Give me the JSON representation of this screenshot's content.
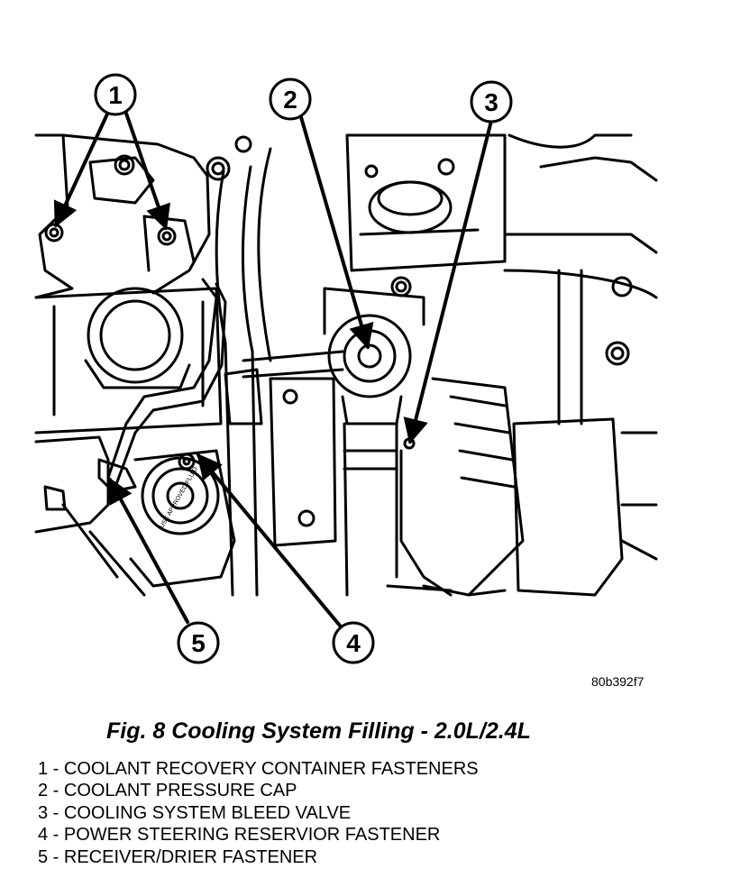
{
  "figure": {
    "image_code": "80b392f7",
    "title": "Fig. 8 Cooling System Filling - 2.0L/2.4L",
    "callouts": [
      "1",
      "2",
      "3",
      "4",
      "5"
    ]
  },
  "legend": [
    "1 - COOLANT RECOVERY CONTAINER FASTENERS",
    "2 - COOLANT PRESSURE CAP",
    "3 - COOLING SYSTEM BLEED VALVE",
    "4 - POWER STEERING RESERVIOR FASTENER",
    "5 - RECEIVER/DRIER FASTENER"
  ],
  "cap_text": "USE APPROVED FLUID"
}
